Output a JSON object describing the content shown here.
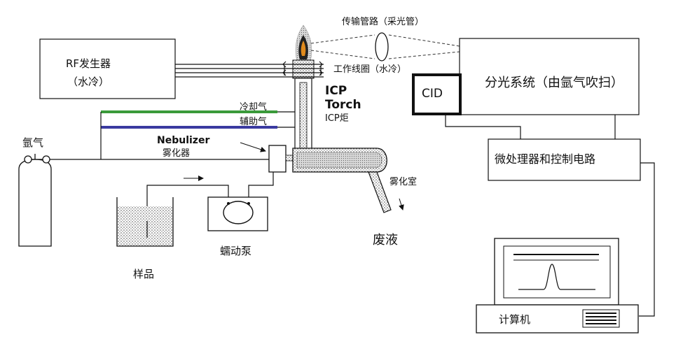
{
  "rf_generator": {
    "title": "RF发生器",
    "subtitle": "（水冷）"
  },
  "transfer_tube_label": "传输管路（采光管）",
  "work_coil_label": "工作线圈（水冷）",
  "icp_torch": {
    "line1": "ICP",
    "line2": "Torch",
    "cn": "ICP炬"
  },
  "cooling_gas_label": "冷却气",
  "auxiliary_gas_label": "辅助气",
  "argon_label": "氩气",
  "nebulizer": {
    "en": "Nebulizer",
    "cn": "雾化器"
  },
  "spray_chamber_label": "雾化室",
  "waste_label": "废液",
  "pump_label": "蠕动泵",
  "sample_label": "样品",
  "cid_label": "CID",
  "spectrometer_label": "分光系统（由氩气吹扫）",
  "controller_label": "微处理器和控制电路",
  "computer_label": "计算机",
  "colors": {
    "cooling_gas_line": "#3a9a3a",
    "auxiliary_gas_line": "#3a3aa0",
    "line": "#111111"
  }
}
